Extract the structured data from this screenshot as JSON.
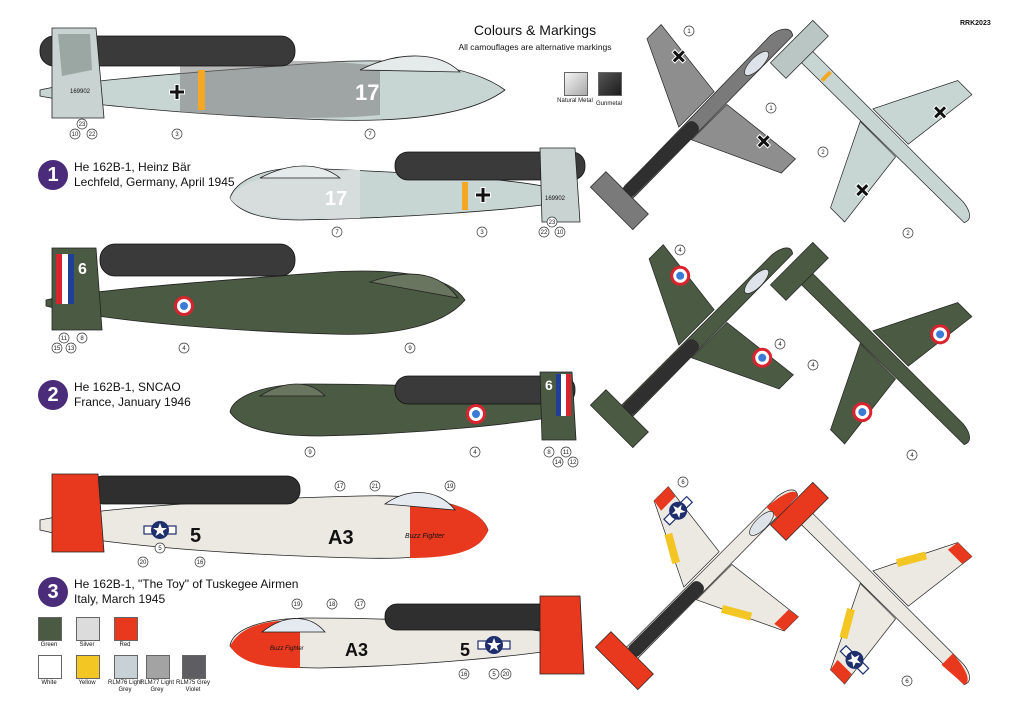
{
  "header": {
    "title": "Colours & Markings",
    "subtitle": "All camouflages are alternative markings",
    "code": "RRK2023"
  },
  "metal_swatches": [
    {
      "label": "Natural Metal",
      "color": "#d4d4d4"
    },
    {
      "label": "Gunmetal",
      "color": "#3a3a3a"
    }
  ],
  "schemes": [
    {
      "num": "1",
      "line1": "He 162B-1, Heinz Bär",
      "line2": "Lechfeld, Germany, April 1945",
      "code_number": "17",
      "tail_serial": "169902"
    },
    {
      "num": "2",
      "line1": "He 162B-1, SNCAO",
      "line2": "France, January 1946",
      "code_number": "6"
    },
    {
      "num": "3",
      "line1": "He 162B-1, \"The Toy\" of Tuskegee Airmen",
      "line2": "Italy, March 1945",
      "code_number": "5",
      "code_letters": "A3",
      "nose_art": "Buzz Fighter"
    }
  ],
  "callouts": {
    "s1_side_top": [
      "10",
      "23",
      "22",
      "3",
      "7"
    ],
    "s1_side_bottom": [
      "7",
      "3",
      "22",
      "23",
      "10"
    ],
    "s1_plan": [
      "1",
      "1",
      "2",
      "2"
    ],
    "s2_side_top": [
      "15",
      "11",
      "13",
      "8",
      "4",
      "9"
    ],
    "s2_side_bottom": [
      "9",
      "4",
      "8",
      "14",
      "11",
      "12"
    ],
    "s2_plan": [
      "4",
      "4",
      "4",
      "4"
    ],
    "s3_side_top": [
      "20",
      "5",
      "16",
      "17",
      "21",
      "19"
    ],
    "s3_side_bottom": [
      "19",
      "18",
      "17",
      "16",
      "5",
      "20"
    ],
    "s3_plan": [
      "6",
      "6"
    ]
  },
  "palette": [
    {
      "label": "Green",
      "color": "#4b5a42"
    },
    {
      "label": "Silver",
      "color": "#dcdcdc"
    },
    {
      "label": "Red",
      "color": "#e8391f"
    },
    {
      "label": "White",
      "color": "#ffffff"
    },
    {
      "label": "Yellow",
      "color": "#f3c623"
    },
    {
      "label": "RLM76 Light Grey",
      "color": "#c8d2d6"
    },
    {
      "label": "RLM77 Light Grey",
      "color": "#a3a3a3"
    },
    {
      "label": "RLM75 Grey Violet",
      "color": "#5e5e62"
    }
  ],
  "colors": {
    "green": "#4b5a42",
    "red": "#e8391f",
    "grey_light": "#c7d6d3",
    "grey_dark": "#6f6f6f",
    "cream": "#ece9e2"
  }
}
